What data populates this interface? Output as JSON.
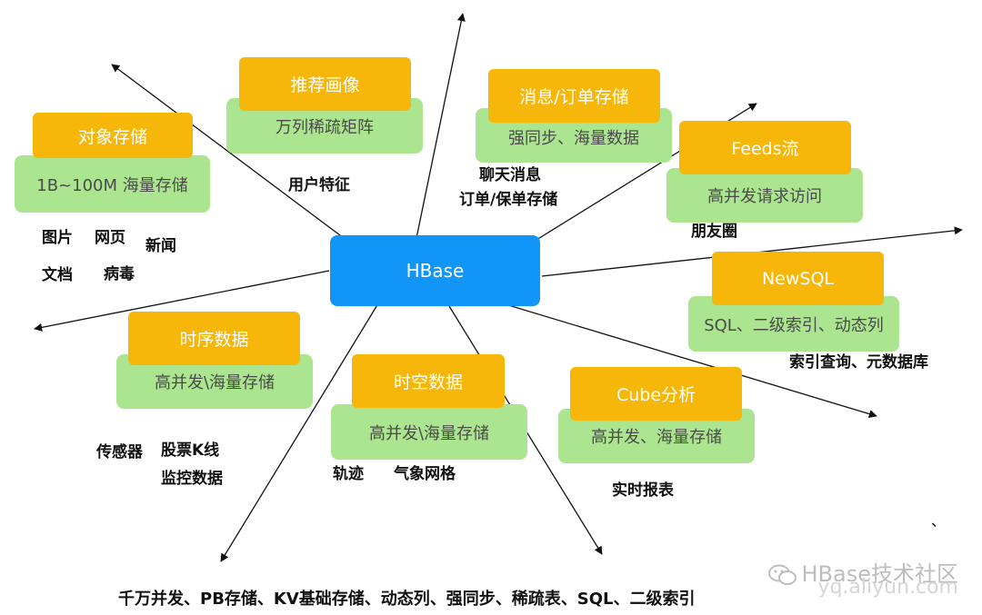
{
  "center": {
    "label": "HBase"
  },
  "nodes": [
    {
      "id": "object",
      "title": "对象存储",
      "subtitle": "1B~100M 海量存储",
      "labels": [
        "图片",
        "网页",
        "新闻",
        "文档",
        "病毒"
      ]
    },
    {
      "id": "recommend",
      "title": "推荐画像",
      "subtitle": "万列稀疏矩阵",
      "labels": [
        "用户特征"
      ]
    },
    {
      "id": "message",
      "title": "消息/订单存储",
      "subtitle": "强同步、海量数据",
      "labels": [
        "聊天消息",
        "订单/保单存储"
      ]
    },
    {
      "id": "feeds",
      "title": "Feeds流",
      "subtitle": "高并发请求访问",
      "labels": [
        "朋友圈"
      ]
    },
    {
      "id": "newsql",
      "title": "NewSQL",
      "subtitle": "SQL、二级索引、动态列",
      "labels": [
        "索引查询、元数据库"
      ]
    },
    {
      "id": "timeseries",
      "title": "时序数据",
      "subtitle": "高并发\\海量存储",
      "labels": [
        "传感器",
        "股票K线",
        "监控数据"
      ]
    },
    {
      "id": "spatial",
      "title": "时空数据",
      "subtitle": "高并发\\海量存储",
      "labels": [
        "轨迹",
        "气象网格"
      ]
    },
    {
      "id": "cube",
      "title": "Cube分析",
      "subtitle": "高并发、海量存储",
      "labels": [
        "实时报表"
      ]
    }
  ],
  "footer": "千万并发、PB存储、KV基础存储、动态列、强同步、稀疏表、SQL、二级索引",
  "watermark": {
    "text": "HBase技术社区",
    "sub": "yq.aliyun.com",
    "icon": "wechat-icon"
  },
  "colors": {
    "center": "#1196f7",
    "title_box": "#f6b70a",
    "subtitle_box": "#abe58f",
    "arrow": "#111111"
  }
}
